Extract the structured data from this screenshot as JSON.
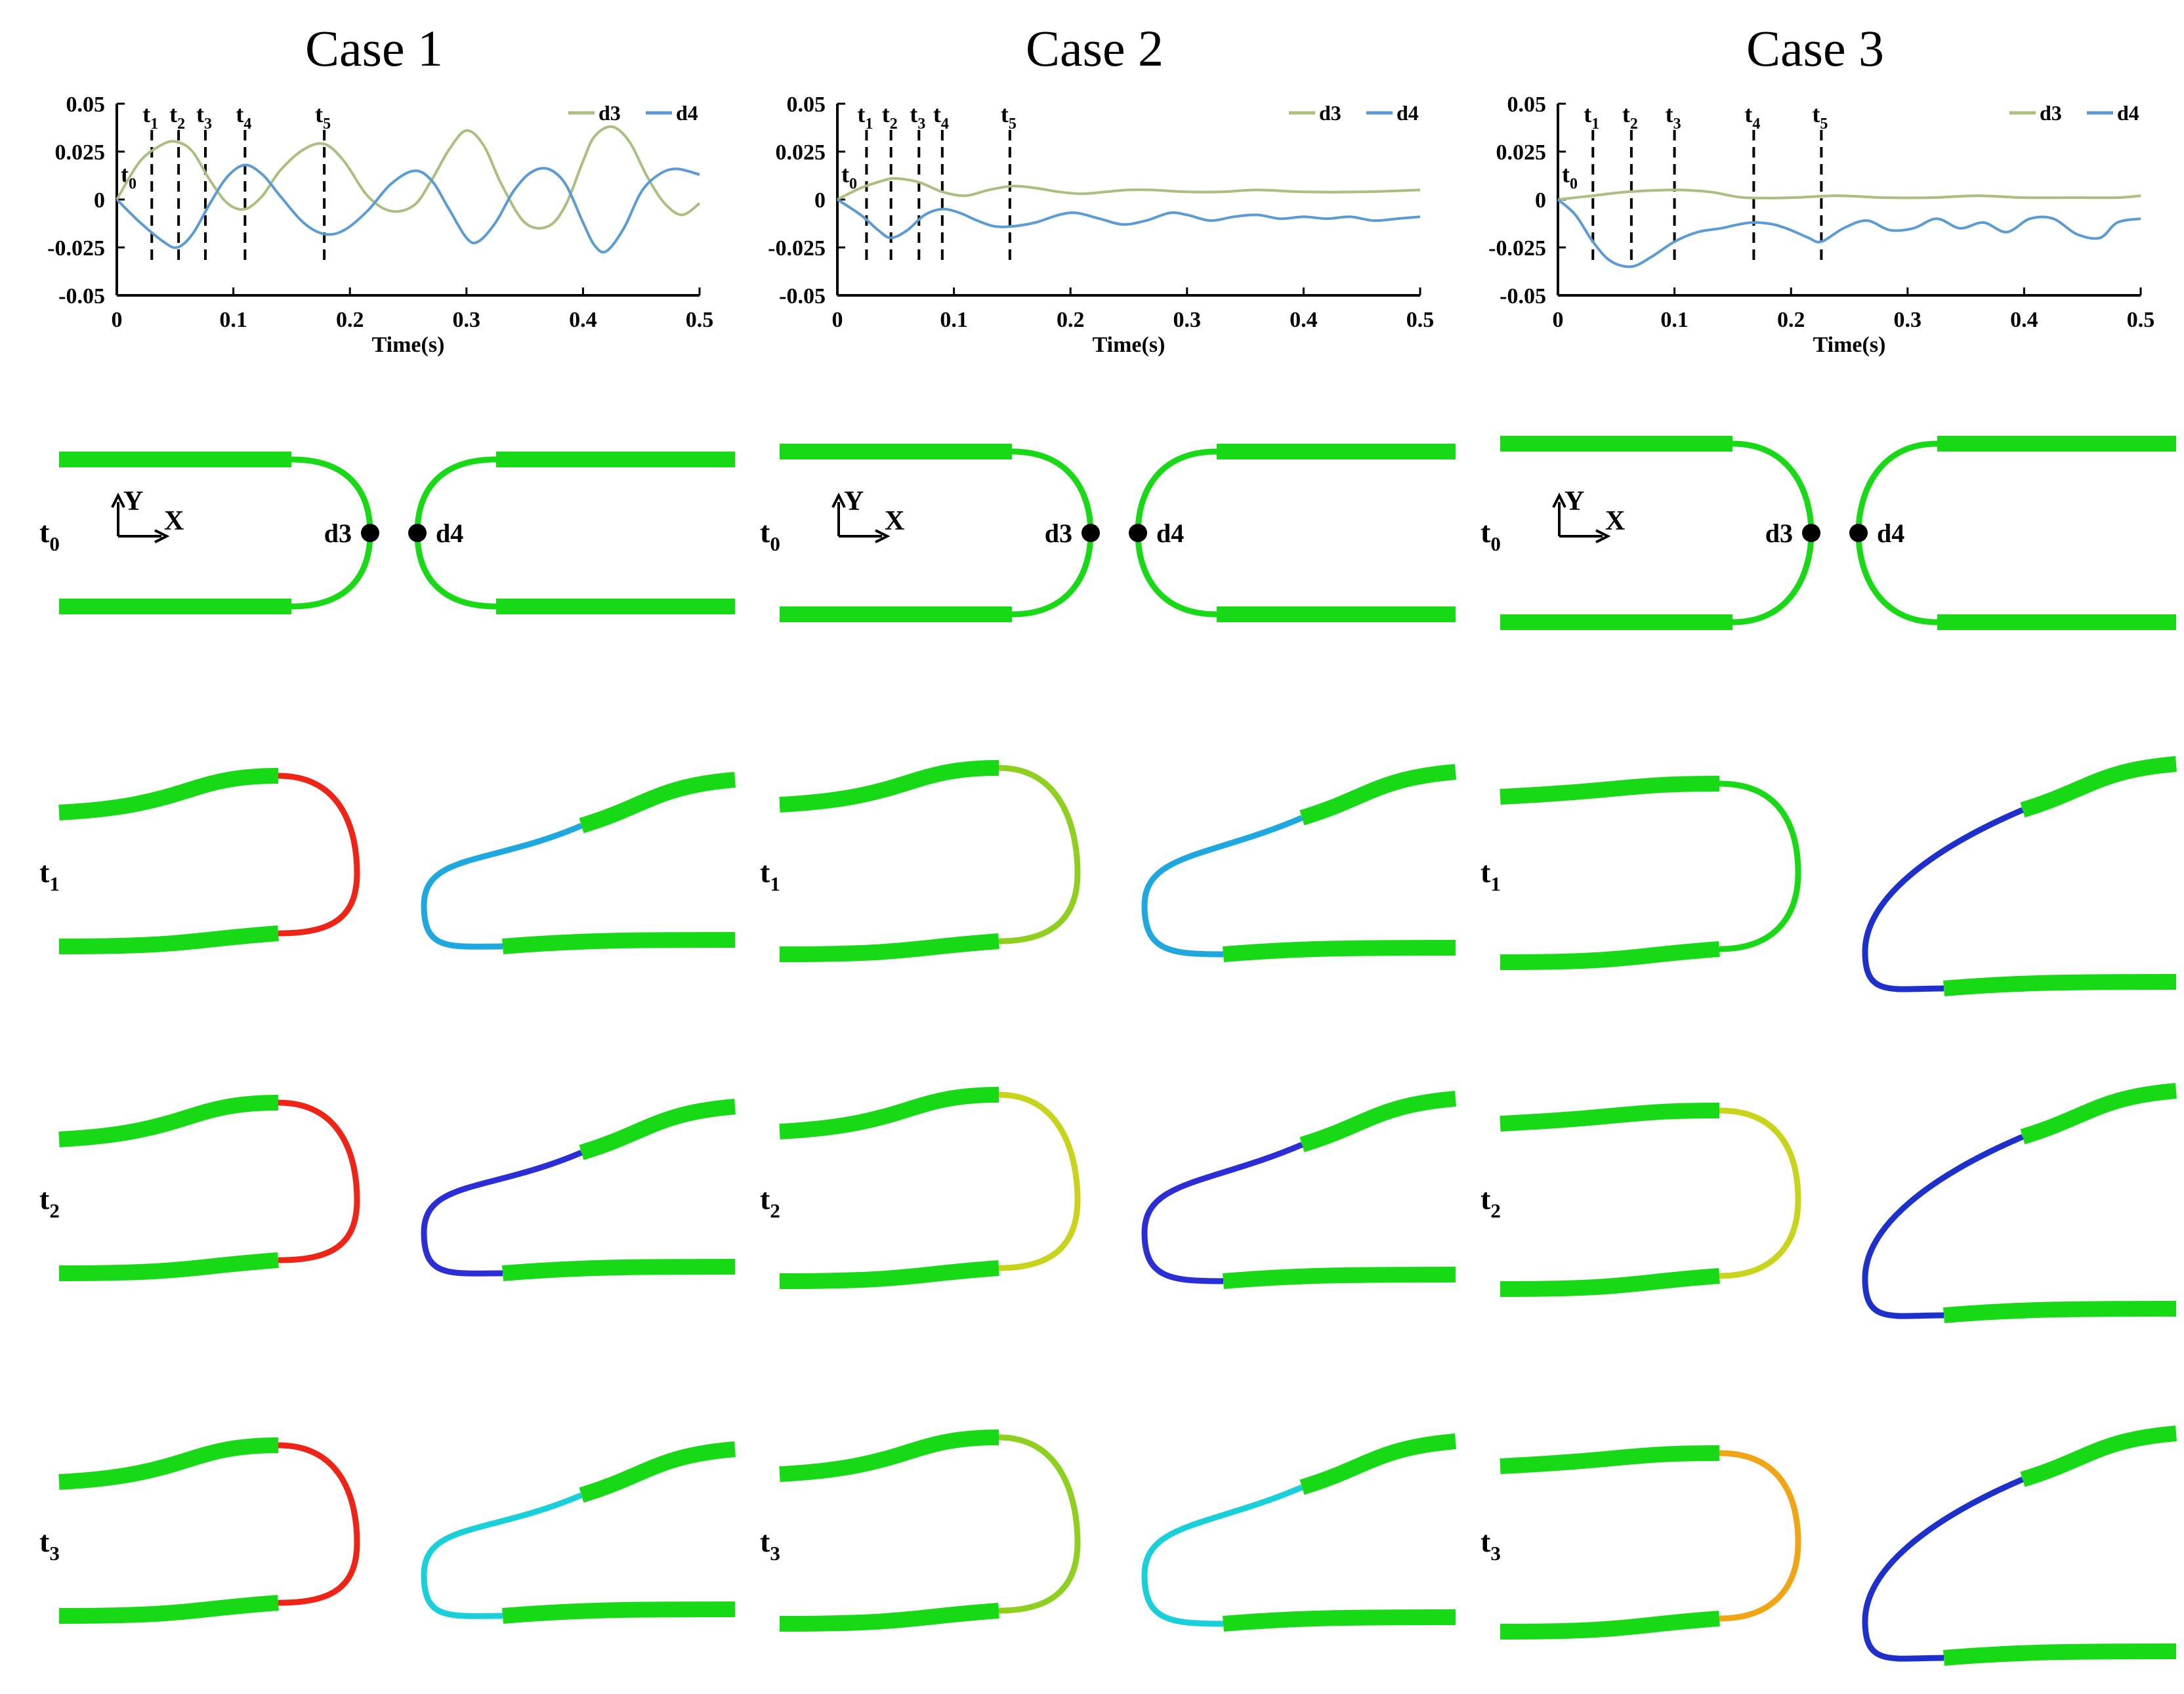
{
  "cases": [
    {
      "title": "Case 1",
      "chart_data": {
        "type": "line",
        "xlabel": "Time(s)",
        "ylabel": "",
        "xlim": [
          0,
          0.5
        ],
        "ylim": [
          -0.05,
          0.05
        ],
        "x_ticks": [
          "0",
          "0.1",
          "0.2",
          "0.3",
          "0.4",
          "0.5"
        ],
        "y_ticks": [
          "0.05",
          "0.025",
          "0",
          "-0.025",
          "-0.05"
        ],
        "legend": "top-right",
        "time_markers": [
          {
            "label": "t",
            "sub": "0",
            "x": 0
          },
          {
            "label": "t",
            "sub": "1",
            "x": 0.03
          },
          {
            "label": "t",
            "sub": "2",
            "x": 0.053
          },
          {
            "label": "t",
            "sub": "3",
            "x": 0.076
          },
          {
            "label": "t",
            "sub": "4",
            "x": 0.11
          },
          {
            "label": "t",
            "sub": "5",
            "x": 0.178
          }
        ],
        "series": [
          {
            "name": "d3",
            "color": "#a9bf7d",
            "x": [
              0,
              0.02,
              0.04,
              0.052,
              0.065,
              0.08,
              0.095,
              0.11,
              0.125,
              0.14,
              0.16,
              0.178,
              0.195,
              0.215,
              0.235,
              0.255,
              0.27,
              0.285,
              0.3,
              0.315,
              0.33,
              0.35,
              0.37,
              0.385,
              0.4,
              0.41,
              0.425,
              0.44,
              0.455,
              0.47,
              0.485,
              0.5
            ],
            "y": [
              0,
              0.02,
              0.029,
              0.03,
              0.025,
              0.01,
              -0.002,
              -0.005,
              0.002,
              0.015,
              0.026,
              0.029,
              0.02,
              0.002,
              -0.006,
              -0.003,
              0.01,
              0.026,
              0.036,
              0.028,
              0.008,
              -0.012,
              -0.014,
              -0.003,
              0.02,
              0.033,
              0.038,
              0.03,
              0.012,
              -0.002,
              -0.008,
              -0.002
            ]
          },
          {
            "name": "d4",
            "color": "#5b9bd5",
            "x": [
              0,
              0.02,
              0.04,
              0.052,
              0.065,
              0.08,
              0.095,
              0.11,
              0.125,
              0.14,
              0.16,
              0.178,
              0.195,
              0.215,
              0.235,
              0.255,
              0.27,
              0.285,
              0.3,
              0.31,
              0.325,
              0.34,
              0.355,
              0.37,
              0.385,
              0.4,
              0.41,
              0.42,
              0.435,
              0.45,
              0.465,
              0.48,
              0.5
            ],
            "y": [
              0,
              -0.012,
              -0.022,
              -0.025,
              -0.018,
              -0.002,
              0.012,
              0.018,
              0.013,
              0.002,
              -0.012,
              -0.018,
              -0.016,
              -0.006,
              0.008,
              0.015,
              0.01,
              -0.005,
              -0.02,
              -0.022,
              -0.012,
              0.004,
              0.014,
              0.016,
              0.008,
              -0.012,
              -0.024,
              -0.027,
              -0.015,
              0.004,
              0.013,
              0.016,
              0.013
            ]
          }
        ]
      },
      "snapshots": [
        {
          "label": "t",
          "sub": "0",
          "points": {
            "p1": "d3",
            "p2": "d4"
          },
          "axes": {
            "y": "Y",
            "x": "X"
          }
        },
        {
          "label": "t",
          "sub": "1"
        },
        {
          "label": "t",
          "sub": "2"
        },
        {
          "label": "t",
          "sub": "3"
        }
      ]
    },
    {
      "title": "Case 2",
      "chart_data": {
        "type": "line",
        "xlabel": "Time(s)",
        "ylabel": "",
        "xlim": [
          0,
          0.5
        ],
        "ylim": [
          -0.05,
          0.05
        ],
        "x_ticks": [
          "0",
          "0.1",
          "0.2",
          "0.3",
          "0.4",
          "0.5"
        ],
        "y_ticks": [
          "0.05",
          "0.025",
          "0",
          "-0.025",
          "-0.05"
        ],
        "legend": "top-right",
        "time_markers": [
          {
            "label": "t",
            "sub": "0",
            "x": 0
          },
          {
            "label": "t",
            "sub": "1",
            "x": 0.025
          },
          {
            "label": "t",
            "sub": "2",
            "x": 0.046
          },
          {
            "label": "t",
            "sub": "3",
            "x": 0.07
          },
          {
            "label": "t",
            "sub": "4",
            "x": 0.09
          },
          {
            "label": "t",
            "sub": "5",
            "x": 0.148
          }
        ],
        "series": [
          {
            "name": "d3",
            "color": "#a9bf7d",
            "x": [
              0,
              0.02,
              0.04,
              0.05,
              0.07,
              0.09,
              0.11,
              0.13,
              0.15,
              0.17,
              0.19,
              0.21,
              0.23,
              0.25,
              0.27,
              0.3,
              0.33,
              0.36,
              0.4,
              0.45,
              0.5
            ],
            "y": [
              0,
              0.006,
              0.01,
              0.011,
              0.009,
              0.004,
              0.002,
              0.005,
              0.007,
              0.006,
              0.004,
              0.003,
              0.004,
              0.005,
              0.005,
              0.004,
              0.004,
              0.005,
              0.004,
              0.004,
              0.005
            ]
          },
          {
            "name": "d4",
            "color": "#5b9bd5",
            "x": [
              0,
              0.02,
              0.035,
              0.046,
              0.06,
              0.075,
              0.09,
              0.105,
              0.12,
              0.135,
              0.15,
              0.17,
              0.19,
              0.205,
              0.225,
              0.245,
              0.265,
              0.285,
              0.3,
              0.32,
              0.34,
              0.36,
              0.38,
              0.4,
              0.42,
              0.44,
              0.46,
              0.48,
              0.5
            ],
            "y": [
              0,
              -0.008,
              -0.016,
              -0.02,
              -0.016,
              -0.008,
              -0.005,
              -0.007,
              -0.011,
              -0.014,
              -0.014,
              -0.012,
              -0.008,
              -0.007,
              -0.01,
              -0.013,
              -0.011,
              -0.007,
              -0.008,
              -0.011,
              -0.009,
              -0.008,
              -0.01,
              -0.009,
              -0.01,
              -0.009,
              -0.011,
              -0.01,
              -0.009
            ]
          }
        ]
      },
      "snapshots": [
        {
          "label": "t",
          "sub": "0",
          "points": {
            "p1": "d3",
            "p2": "d4"
          },
          "axes": {
            "y": "Y",
            "x": "X"
          }
        },
        {
          "label": "t",
          "sub": "1"
        },
        {
          "label": "t",
          "sub": "2"
        },
        {
          "label": "t",
          "sub": "3"
        }
      ]
    },
    {
      "title": "Case 3",
      "chart_data": {
        "type": "line",
        "xlabel": "Time(s)",
        "ylabel": "",
        "xlim": [
          0,
          0.5
        ],
        "ylim": [
          -0.05,
          0.05
        ],
        "x_ticks": [
          "0",
          "0.1",
          "0.2",
          "0.3",
          "0.4",
          "0.5"
        ],
        "y_ticks": [
          "0.05",
          "0.025",
          "0",
          "-0.025",
          "-0.05"
        ],
        "legend": "top-right",
        "time_markers": [
          {
            "label": "t",
            "sub": "0",
            "x": 0
          },
          {
            "label": "t",
            "sub": "1",
            "x": 0.03
          },
          {
            "label": "t",
            "sub": "2",
            "x": 0.063
          },
          {
            "label": "t",
            "sub": "3",
            "x": 0.1
          },
          {
            "label": "t",
            "sub": "4",
            "x": 0.168
          },
          {
            "label": "t",
            "sub": "5",
            "x": 0.226
          }
        ],
        "series": [
          {
            "name": "d3",
            "color": "#a9bf7d",
            "x": [
              0,
              0.03,
              0.06,
              0.1,
              0.13,
              0.16,
              0.2,
              0.24,
              0.28,
              0.32,
              0.36,
              0.4,
              0.44,
              0.48,
              0.5
            ],
            "y": [
              0,
              0.002,
              0.004,
              0.005,
              0.004,
              0.001,
              0.001,
              0.002,
              0.001,
              0.001,
              0.002,
              0.001,
              0.001,
              0.001,
              0.002
            ]
          },
          {
            "name": "d4",
            "color": "#5b9bd5",
            "x": [
              0,
              0.015,
              0.03,
              0.045,
              0.063,
              0.08,
              0.1,
              0.12,
              0.14,
              0.155,
              0.168,
              0.185,
              0.2,
              0.215,
              0.226,
              0.245,
              0.265,
              0.285,
              0.305,
              0.325,
              0.345,
              0.365,
              0.385,
              0.405,
              0.425,
              0.445,
              0.465,
              0.48,
              0.5
            ],
            "y": [
              0,
              -0.008,
              -0.022,
              -0.032,
              -0.035,
              -0.03,
              -0.022,
              -0.017,
              -0.015,
              -0.013,
              -0.012,
              -0.013,
              -0.016,
              -0.02,
              -0.022,
              -0.015,
              -0.011,
              -0.016,
              -0.015,
              -0.01,
              -0.015,
              -0.012,
              -0.017,
              -0.01,
              -0.01,
              -0.018,
              -0.02,
              -0.012,
              -0.01
            ]
          }
        ]
      },
      "snapshots": [
        {
          "label": "t",
          "sub": "0",
          "points": {
            "p1": "d3",
            "p2": "d4"
          },
          "axes": {
            "y": "Y",
            "x": "X"
          }
        },
        {
          "label": "t",
          "sub": "1"
        },
        {
          "label": "t",
          "sub": "2"
        },
        {
          "label": "t",
          "sub": "3"
        }
      ]
    }
  ],
  "colors": {
    "body": "#17d916",
    "red": "#ef2416",
    "orange": "#f0a614",
    "yellow": "#c8d31c",
    "lime": "#8fcf20",
    "cyan": "#19cfd9",
    "lightblue": "#1fa7df",
    "blue": "#2b2ed6",
    "darkblue": "#1e30cc"
  },
  "snapshot_colors": {
    "case1": {
      "t1": {
        "left": "red",
        "right": "lightblue"
      },
      "t2": {
        "left": "red",
        "right": "blue"
      },
      "t3": {
        "left": "red",
        "right": "cyan"
      }
    },
    "case2": {
      "t1": {
        "left": "lime",
        "right": "lightblue"
      },
      "t2": {
        "left": "yellow",
        "right": "blue"
      },
      "t3": {
        "left": "lime",
        "right": "cyan"
      }
    },
    "case3": {
      "t1": {
        "left": "body",
        "right": "darkblue"
      },
      "t2": {
        "left": "yellow",
        "right": "darkblue"
      },
      "t3": {
        "left": "orange",
        "right": "darkblue"
      }
    }
  }
}
